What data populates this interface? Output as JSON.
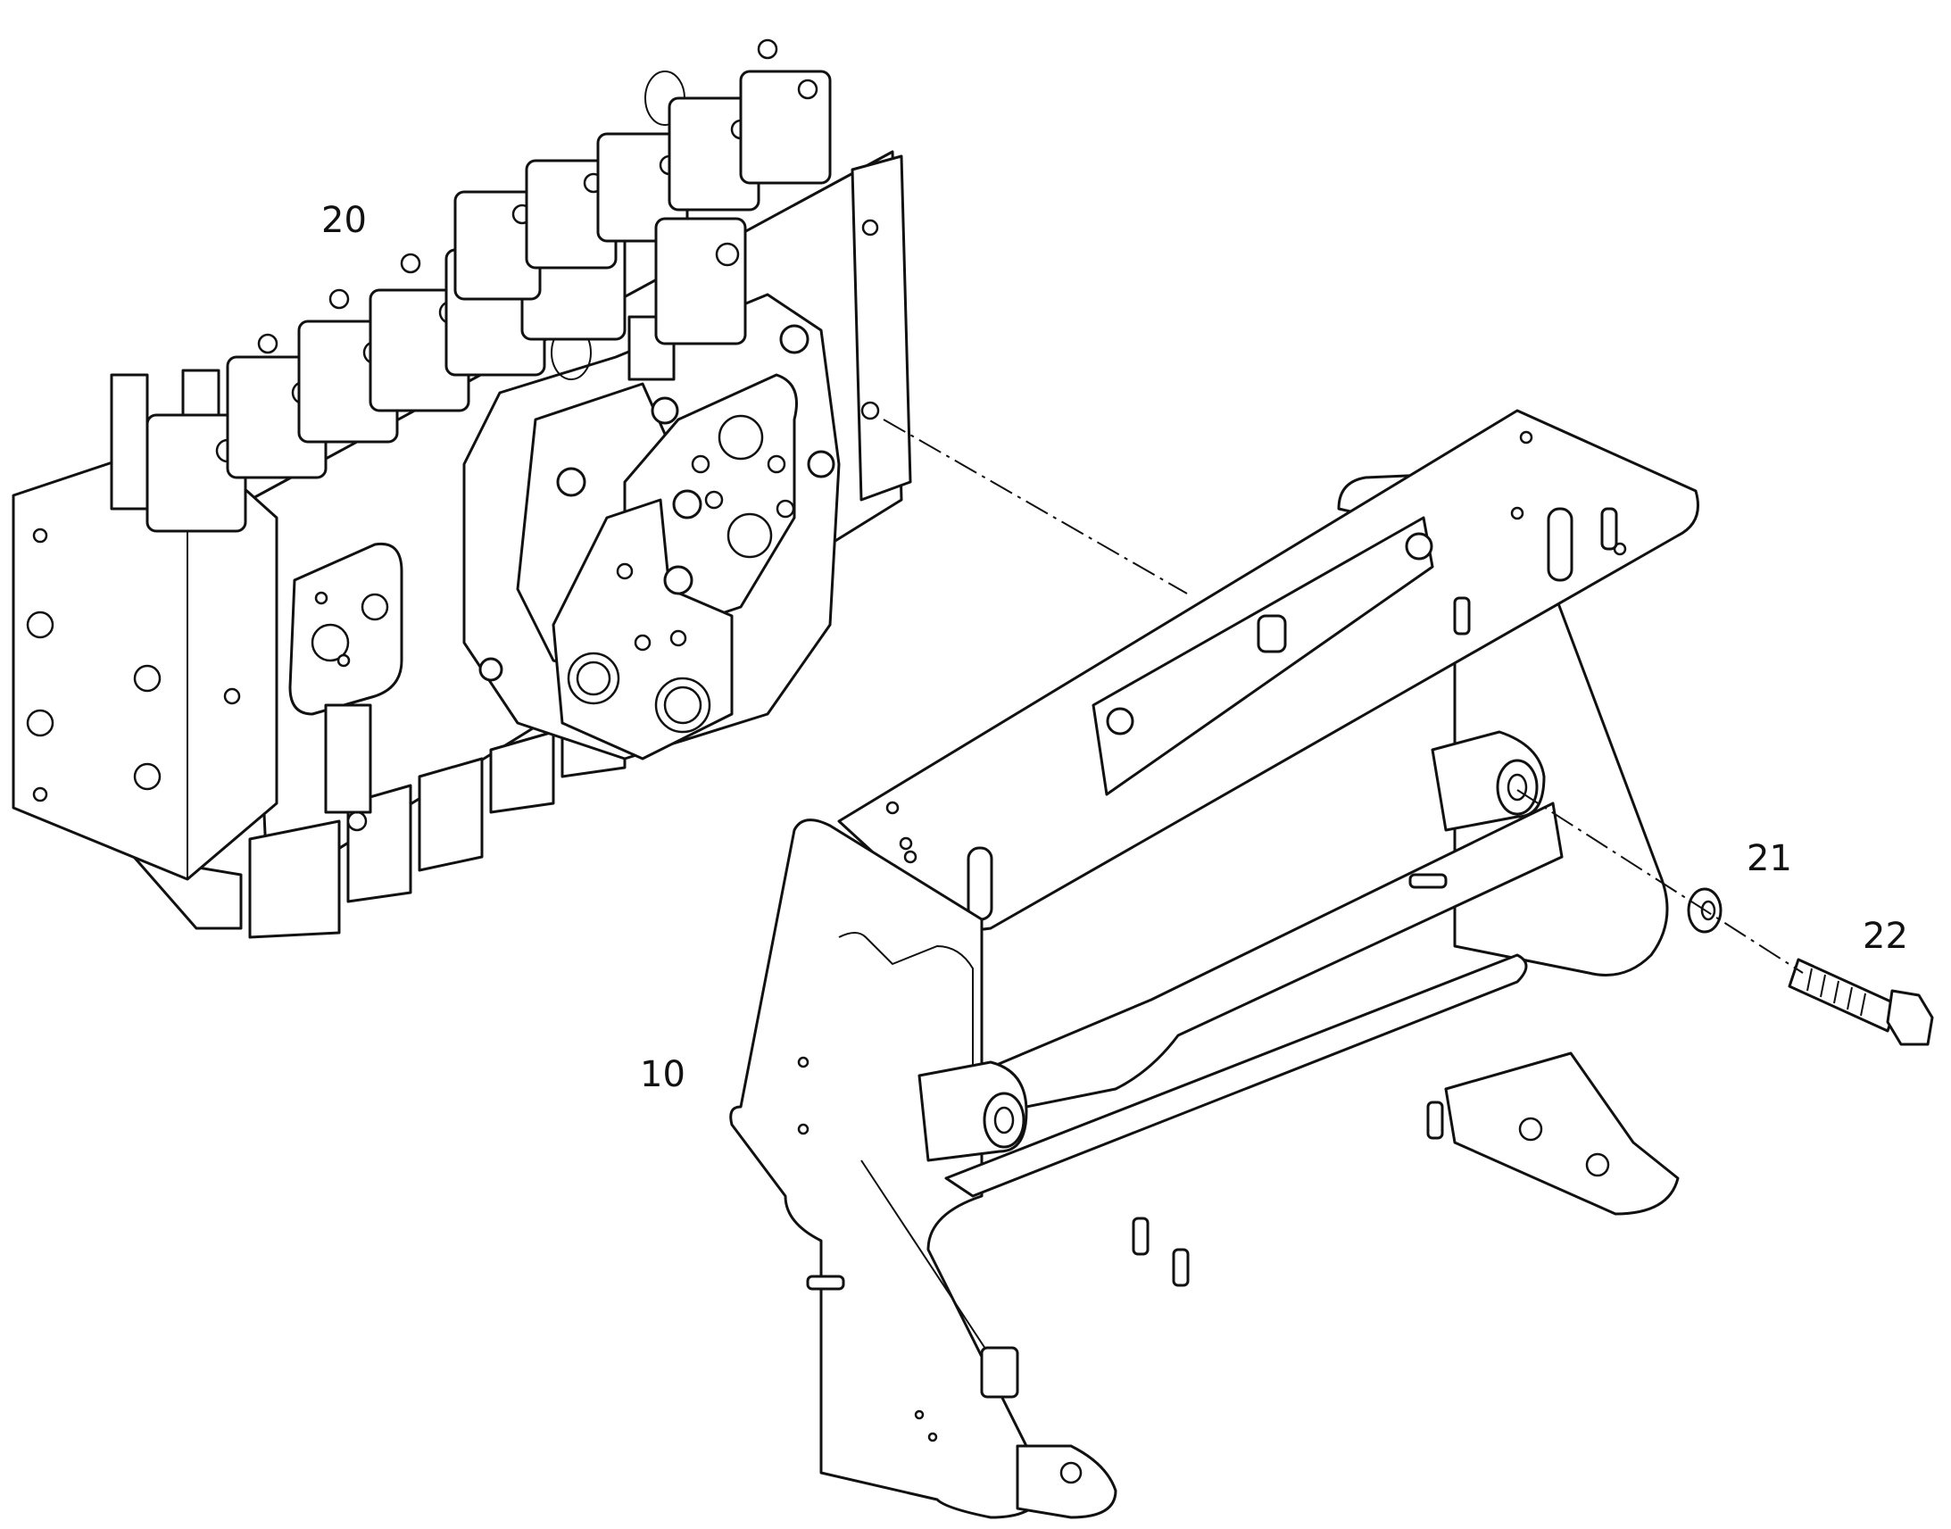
{
  "callouts": {
    "valve_block": "20",
    "frame": "10",
    "washer": "21",
    "bolt": "22"
  },
  "colors": {
    "line": "#111111",
    "background": "#ffffff"
  }
}
